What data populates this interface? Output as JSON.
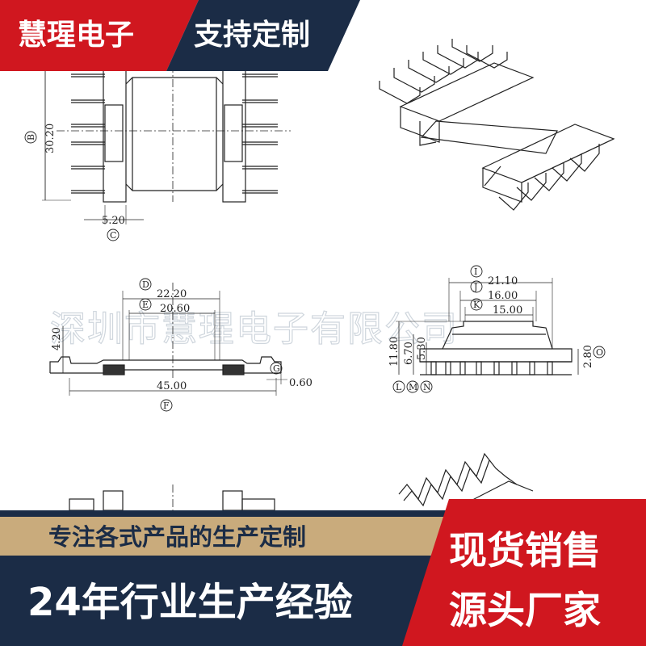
{
  "banner": {
    "brand": "慧瑆电子",
    "tagline": "支持定制",
    "colors": {
      "red": "#d0171f",
      "navy": "#1b2c46"
    }
  },
  "watermark": "深圳市慧瑆电子有限公司",
  "dimensions": {
    "B": {
      "mark": "B",
      "value": "30.20"
    },
    "C": {
      "mark": "C",
      "value": "5.20"
    },
    "D": {
      "mark": "D",
      "value": "22.20"
    },
    "E": {
      "mark": "E",
      "value": "20.60"
    },
    "F": {
      "mark": "F",
      "value": "45.00"
    },
    "G": {
      "mark": "G",
      "value": "0.60"
    },
    "H": {
      "value": "4.20"
    },
    "I": {
      "mark": "I",
      "value": "21.10"
    },
    "J": {
      "mark": "J",
      "value": "16.00"
    },
    "K": {
      "mark": "K",
      "value": "15.00"
    },
    "L": {
      "mark": "L",
      "value": "11.80"
    },
    "M": {
      "mark": "M",
      "value": "6.70"
    },
    "N": {
      "mark": "N",
      "value": "5.30"
    },
    "O": {
      "mark": "O",
      "value": "2.80"
    }
  },
  "footer": {
    "line1": "专注各式产品的生产定制",
    "line2": "24年行业生产经验",
    "right1": "现货销售",
    "right2": "源头厂家"
  }
}
